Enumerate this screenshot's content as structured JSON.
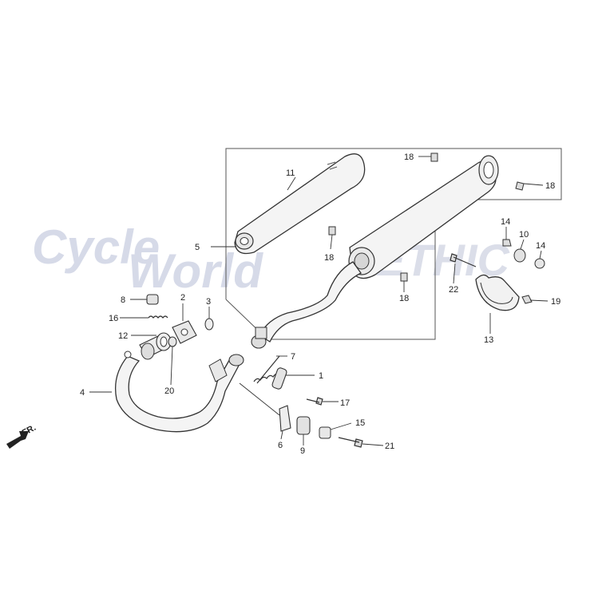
{
  "watermark": {
    "line1": "Cycle",
    "line2": "World",
    "overlay": "ETHIC"
  },
  "direction_marker": "FR.",
  "colors": {
    "line": "#333333",
    "part_fill": "#f2f2f2",
    "part_shade": "#d9d9d9",
    "watermark": "#c9cfe0"
  },
  "callouts": [
    {
      "id": "c1",
      "label": "1"
    },
    {
      "id": "c2",
      "label": "2"
    },
    {
      "id": "c3",
      "label": "3"
    },
    {
      "id": "c4",
      "label": "4"
    },
    {
      "id": "c5",
      "label": "5"
    },
    {
      "id": "c6",
      "label": "6"
    },
    {
      "id": "c7",
      "label": "7"
    },
    {
      "id": "c8",
      "label": "8"
    },
    {
      "id": "c9",
      "label": "9"
    },
    {
      "id": "c10",
      "label": "10"
    },
    {
      "id": "c11",
      "label": "11"
    },
    {
      "id": "c12",
      "label": "12"
    },
    {
      "id": "c13",
      "label": "13"
    },
    {
      "id": "c14a",
      "label": "14"
    },
    {
      "id": "c14b",
      "label": "14"
    },
    {
      "id": "c15",
      "label": "15"
    },
    {
      "id": "c16",
      "label": "16"
    },
    {
      "id": "c17",
      "label": "17"
    },
    {
      "id": "c18a",
      "label": "18"
    },
    {
      "id": "c18b",
      "label": "18"
    },
    {
      "id": "c18c",
      "label": "18"
    },
    {
      "id": "c18d",
      "label": "18"
    },
    {
      "id": "c19",
      "label": "19"
    },
    {
      "id": "c20",
      "label": "20"
    },
    {
      "id": "c21",
      "label": "21"
    },
    {
      "id": "c22",
      "label": "22"
    }
  ]
}
